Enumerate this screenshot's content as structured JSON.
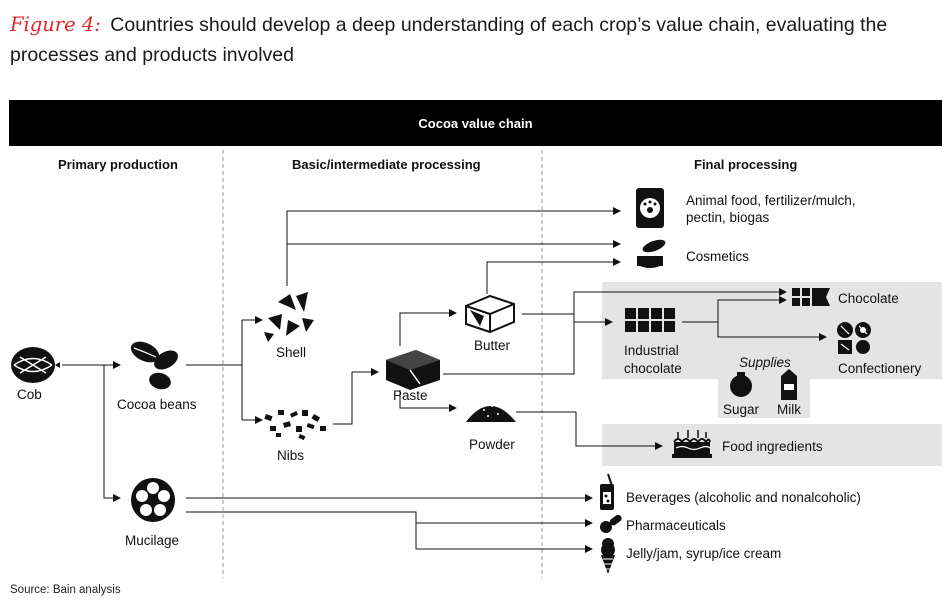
{
  "figure": {
    "label": "Figure 4:",
    "title": "Countries should develop a deep understanding of each crop’s value chain, evaluating the processes and products involved"
  },
  "header": {
    "title": "Cocoa value chain"
  },
  "columns": {
    "primary": "Primary production",
    "basic": "Basic/intermediate processing",
    "final": "Final processing"
  },
  "nodes": {
    "cob": "Cob",
    "cocoa_beans": "Cocoa beans",
    "mucilage": "Mucilage",
    "shell": "Shell",
    "nibs": "Nibs",
    "paste": "Paste",
    "butter": "Butter",
    "powder": "Powder",
    "industrial_chocolate_1": "Industrial",
    "industrial_chocolate_2": "chocolate",
    "supplies": "Supplies",
    "sugar": "Sugar",
    "milk": "Milk"
  },
  "outputs": {
    "animal_food_1": "Animal food, fertilizer/mulch,",
    "animal_food_2": "pectin, biogas",
    "cosmetics": "Cosmetics",
    "chocolate": "Chocolate",
    "confectionery": "Confectionery",
    "food_ingredients": "Food ingredients",
    "beverages": "Beverages (alcoholic and nonalcoholic)",
    "pharmaceuticals": "Pharmaceuticals",
    "jelly": "Jelly/jam, syrup/ice cream"
  },
  "source": "Source: Bain analysis",
  "colors": {
    "accent": "#e3262b",
    "header_bg": "#000000",
    "shade": "#e4e4e4"
  }
}
